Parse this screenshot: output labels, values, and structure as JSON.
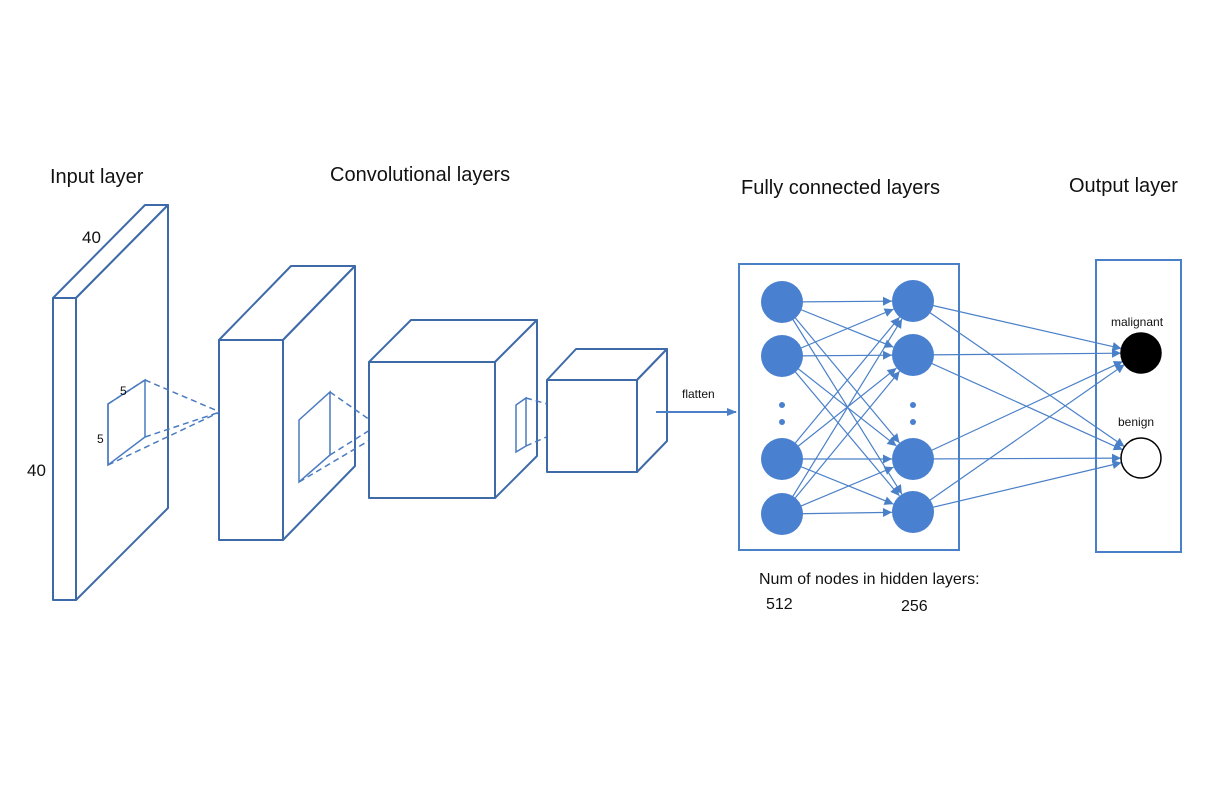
{
  "titles": {
    "input": "Input layer",
    "conv": "Convolutional layers",
    "fc": "Fully connected layers",
    "output": "Output layer"
  },
  "input_dims": {
    "depth": "40",
    "height": "40"
  },
  "kernel_dims": {
    "width": "5",
    "height": "5"
  },
  "flatten_label": "flatten",
  "outputs": {
    "malignant": "malignant",
    "benign": "benign"
  },
  "hidden_nodes": {
    "caption": "Num of nodes in hidden layers:",
    "layer1": "512",
    "layer2": "256"
  },
  "colors": {
    "stroke": "#3e6aa8",
    "accent": "#4a80c8",
    "node_fill": "#4a80d0",
    "malignant_fill": "#000000",
    "benign_fill": "#ffffff"
  }
}
